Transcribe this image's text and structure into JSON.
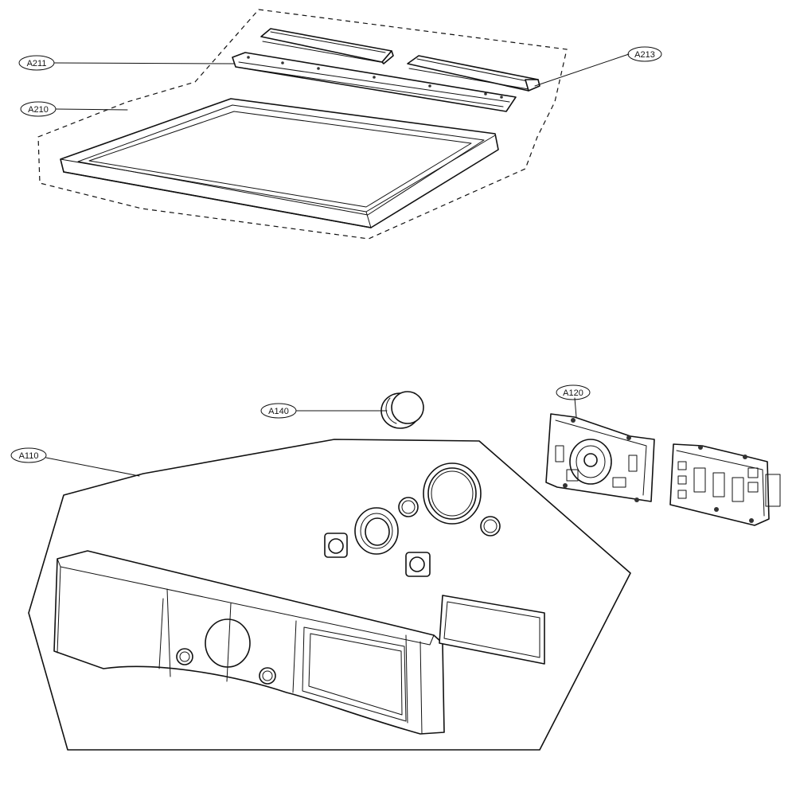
{
  "callouts": [
    {
      "id": "A211",
      "label": "A211"
    },
    {
      "id": "A210",
      "label": "A210"
    },
    {
      "id": "A213",
      "label": "A213"
    },
    {
      "id": "A140",
      "label": "A140"
    },
    {
      "id": "A120",
      "label": "A120"
    },
    {
      "id": "A110",
      "label": "A110"
    }
  ]
}
